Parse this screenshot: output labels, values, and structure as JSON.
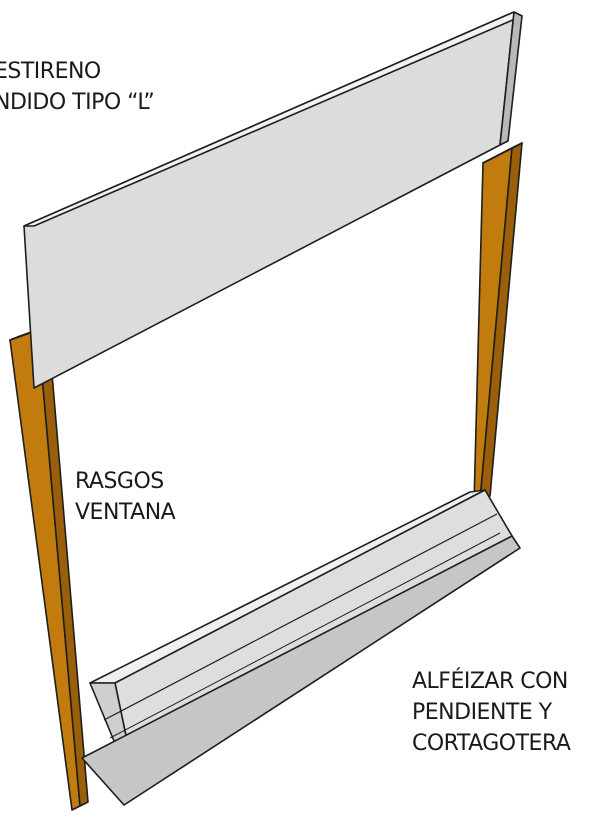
{
  "labels": {
    "lintel": [
      "ESTIRENO",
      "NDIDO TIPO “L”"
    ],
    "jambs": [
      "RASGOS",
      "VENTANA"
    ],
    "sill": [
      "ALFÉIZAR CON",
      "PENDIENTE Y",
      "CORTAGOTERA"
    ]
  },
  "colors": {
    "wood_front": "#c27c0e",
    "wood_side": "#9a5f08",
    "wood_edge": "#d89a3a",
    "panel_front": "#dcdcdc",
    "panel_top": "#f2f2f2",
    "panel_side": "#b9b9b9",
    "outline": "#1e1e1e"
  }
}
